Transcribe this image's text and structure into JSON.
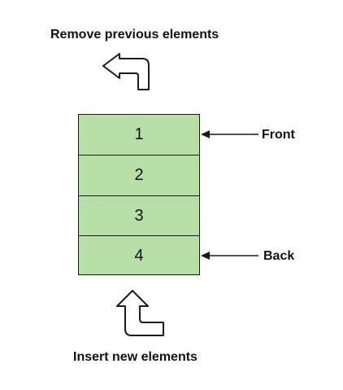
{
  "captions": {
    "remove": "Remove previous elements",
    "insert": "Insert new elements"
  },
  "queue": {
    "items": [
      "1",
      "2",
      "3",
      "4"
    ]
  },
  "pointers": {
    "front": "Front",
    "back": "Back"
  },
  "colors": {
    "cell_fill": "#b9dfa8",
    "stroke": "#1a1a1a"
  },
  "icons": {
    "dequeue": "curved-arrow-up-left-icon",
    "enqueue": "curved-arrow-up-icon",
    "pointer": "arrow-left-icon"
  }
}
